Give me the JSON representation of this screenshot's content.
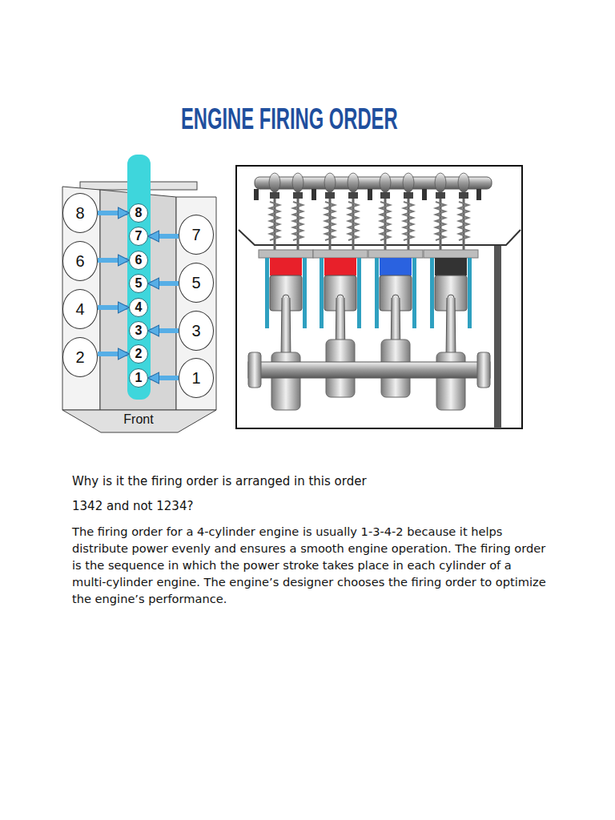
{
  "diagram": {
    "title": "ENGINE FIRING ORDER",
    "nodes": [
      {
        "text": [
          "8"
        ]
      },
      {
        "text": [
          "8"
        ]
      },
      {
        "text": [
          "7"
        ]
      },
      {
        "text": [
          "7"
        ]
      },
      {
        "text": [
          "6"
        ]
      },
      {
        "text": [
          "6"
        ]
      },
      {
        "text": [
          "5"
        ]
      },
      {
        "text": [
          "5"
        ]
      },
      {
        "text": [
          "4"
        ]
      },
      {
        "text": [
          "4"
        ]
      },
      {
        "text": [
          "3"
        ]
      },
      {
        "text": [
          "3"
        ]
      },
      {
        "text": [
          "2"
        ]
      },
      {
        "text": [
          "2"
        ]
      },
      {
        "text": [
          "1"
        ]
      },
      {
        "text": [
          "1"
        ]
      }
    ],
    "edges": [
      {
        "from": 0,
        "to": 1,
        "arrow": "to"
      },
      {
        "from": 3,
        "to": 2,
        "arrow": "to"
      },
      {
        "from": 4,
        "to": 5,
        "arrow": "to"
      },
      {
        "from": 7,
        "to": 6,
        "arrow": "to"
      },
      {
        "from": 8,
        "to": 9,
        "arrow": "to"
      },
      {
        "from": 11,
        "to": 10,
        "arrow": "to"
      },
      {
        "from": 12,
        "to": 13,
        "arrow": "to"
      },
      {
        "from": 15,
        "to": 14,
        "arrow": "to"
      }
    ],
    "labels": [
      "Front",
      "Why is it the firing order is arranged in this order",
      "1342 and not 1234?",
      "The firing order for a 4-cylinder engine is usually 1-3-4-2 because it helps distribute power evenly and ensures a smooth engine operation. The firing order is the sequence in which the power stroke takes place in each cylinder of a multi-cylinder engine. The engine’s designer chooses the firing order to optimize the engine’s performance."
    ]
  }
}
